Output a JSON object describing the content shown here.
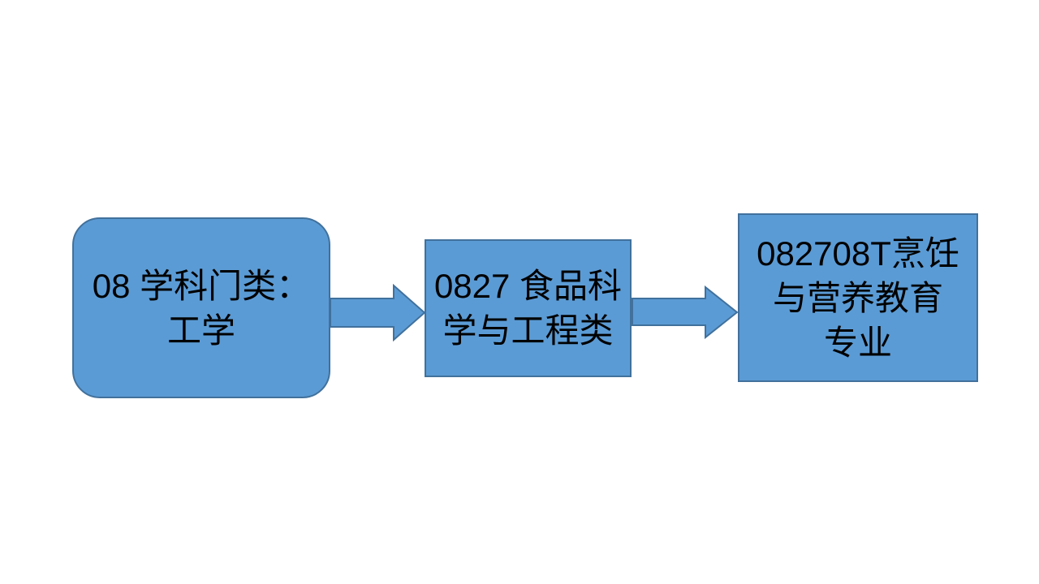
{
  "slide": {
    "background": "#ffffff"
  },
  "colors": {
    "node_fill": "#5b9bd5",
    "node_border": "#41719c",
    "text": "#000000"
  },
  "flowchart": {
    "nodes": [
      {
        "id": "discipline-category",
        "shape": "rounded-rectangle",
        "label": "08 学科门类：工学",
        "lines": [
          "08 学科门类：",
          "工学"
        ]
      },
      {
        "id": "major-class",
        "shape": "rectangle",
        "label": "0827 食品科学与工程类",
        "lines": [
          "0827 食品科",
          "学与工程类"
        ]
      },
      {
        "id": "major",
        "shape": "rectangle",
        "label": "082708T烹饪与营养教育专业",
        "lines": [
          "082708T烹饪",
          "与营养教育",
          "专业"
        ]
      }
    ],
    "connectors": [
      {
        "from": "discipline-category",
        "to": "major-class",
        "shape": "right-arrow"
      },
      {
        "from": "major-class",
        "to": "major",
        "shape": "right-arrow"
      }
    ]
  }
}
